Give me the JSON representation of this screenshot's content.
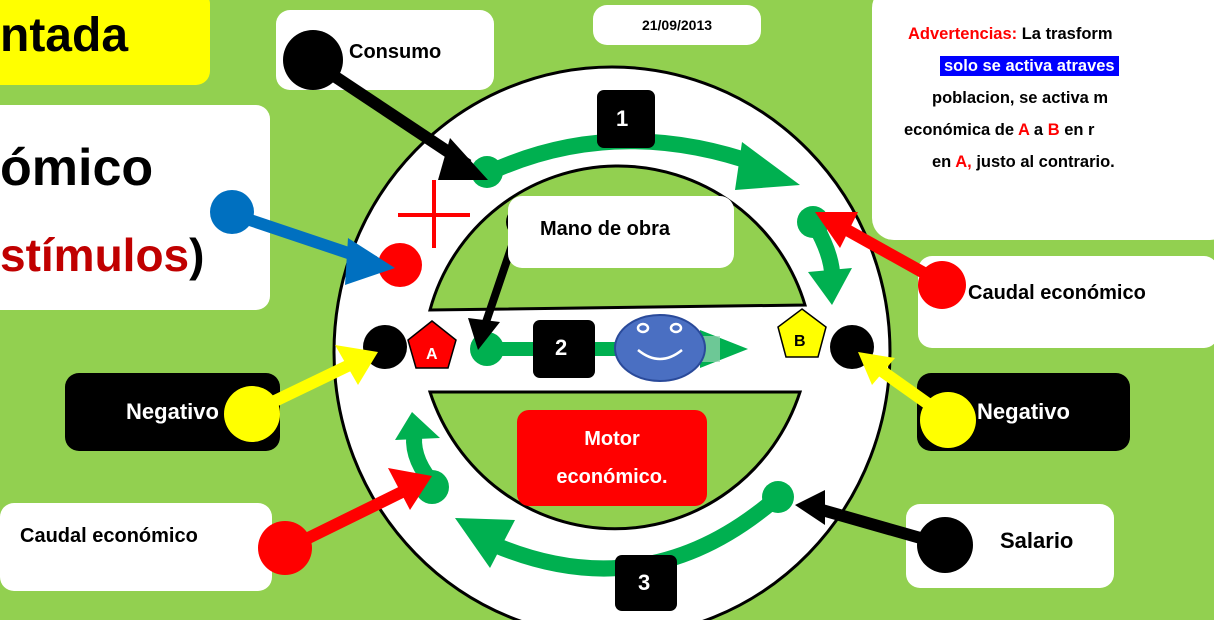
{
  "title": "ntada",
  "subtitle_line1": "ómico",
  "subtitle_line2_red": "stímulos",
  "subtitle_line2_close": ")",
  "date": "21/09/2013",
  "labels": {
    "consumo": "Consumo",
    "mano_de_obra": "Mano de obra",
    "caudal_right": "Caudal económico",
    "caudal_left": "Caudal económico",
    "negativo_left": "Negativo",
    "negativo_right": "Negativo",
    "salario": "Salario",
    "motor_line1": "Motor",
    "motor_line2": "económico."
  },
  "numbers": {
    "n1": "1",
    "n2": "2",
    "n3": "3"
  },
  "pentagons": {
    "a": "A",
    "b": "B"
  },
  "warning": {
    "prefix": "Advertencias:",
    "line1_rest": " La trasform",
    "line2_highlight": "solo se activa atraves",
    "line3": "poblacion, se activa m",
    "line4_a": "económica de ",
    "line4_A": "A",
    "line4_mid": " a ",
    "line4_B": "B",
    "line4_end": " en r",
    "line5_a": "en ",
    "line5_A": "A,",
    "line5_end": " justo al contrario."
  },
  "colors": {
    "background": "#92d050",
    "green_arrow": "#00b050",
    "red": "#ff0000",
    "blue": "#0070c0",
    "yellow": "#ffff00",
    "dark_red_text": "#c00000"
  },
  "icons": {
    "plus": "red-plus-icon",
    "smiley": "smiley-face-icon"
  }
}
